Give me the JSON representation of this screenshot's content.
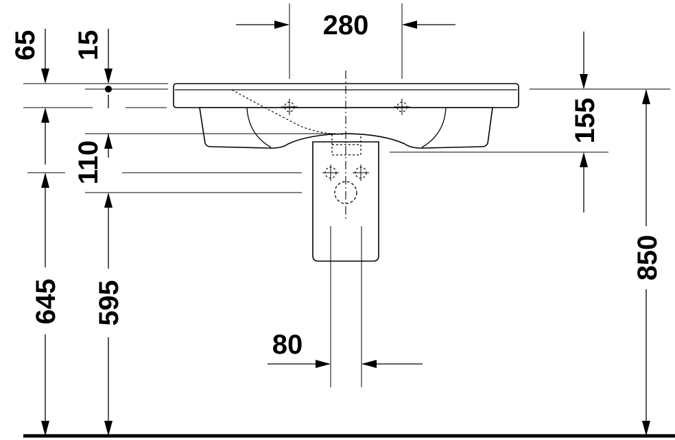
{
  "dimensions": {
    "top_spacing": "280",
    "rim_thickness": "65",
    "rim_offset": "15",
    "tap_height": "155",
    "siphon_gap": "110",
    "rim_height_a": "645",
    "rim_height_b": "595",
    "overall_height": "850",
    "siphon_width": "80"
  }
}
